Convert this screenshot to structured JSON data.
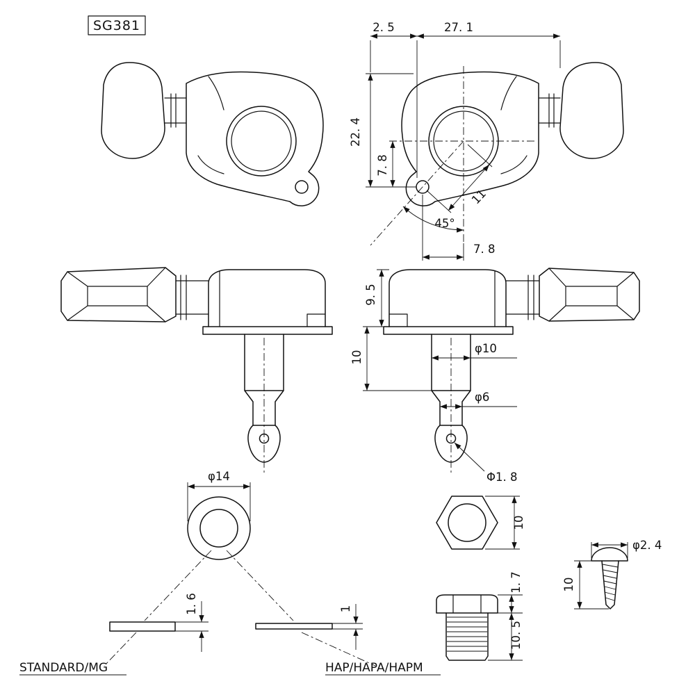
{
  "title": {
    "code": "SG381"
  },
  "front_view": {
    "dim_width_small": "2. 5",
    "dim_width_total": "27. 1",
    "dim_height_total": "22. 4",
    "dim_screw_offset_v": "7. 8",
    "dim_screw_distance": "11",
    "dim_screw_angle": "45°",
    "dim_screw_offset_h": "7. 8"
  },
  "side_view": {
    "dim_housing_height": "9. 5",
    "dim_post_length": "10",
    "dim_post_diameter": "φ10",
    "dim_string_post_diameter": "φ6",
    "dim_string_hole_diameter": "Φ1. 8"
  },
  "bushing_view": {
    "dim_outer_diameter": "φ14"
  },
  "washers": {
    "standard_label": "STANDARD/MG",
    "standard_thickness": "1. 6",
    "hap_label": "HAP/HAPA/HAPM",
    "hap_thickness": "1"
  },
  "hex_nut": {
    "dim_across_flats": "10"
  },
  "threaded_bushing": {
    "dim_head_height": "1. 7",
    "dim_thread_length": "10. 5"
  },
  "screw": {
    "dim_head_diameter": "φ2. 4",
    "dim_length": "10"
  }
}
